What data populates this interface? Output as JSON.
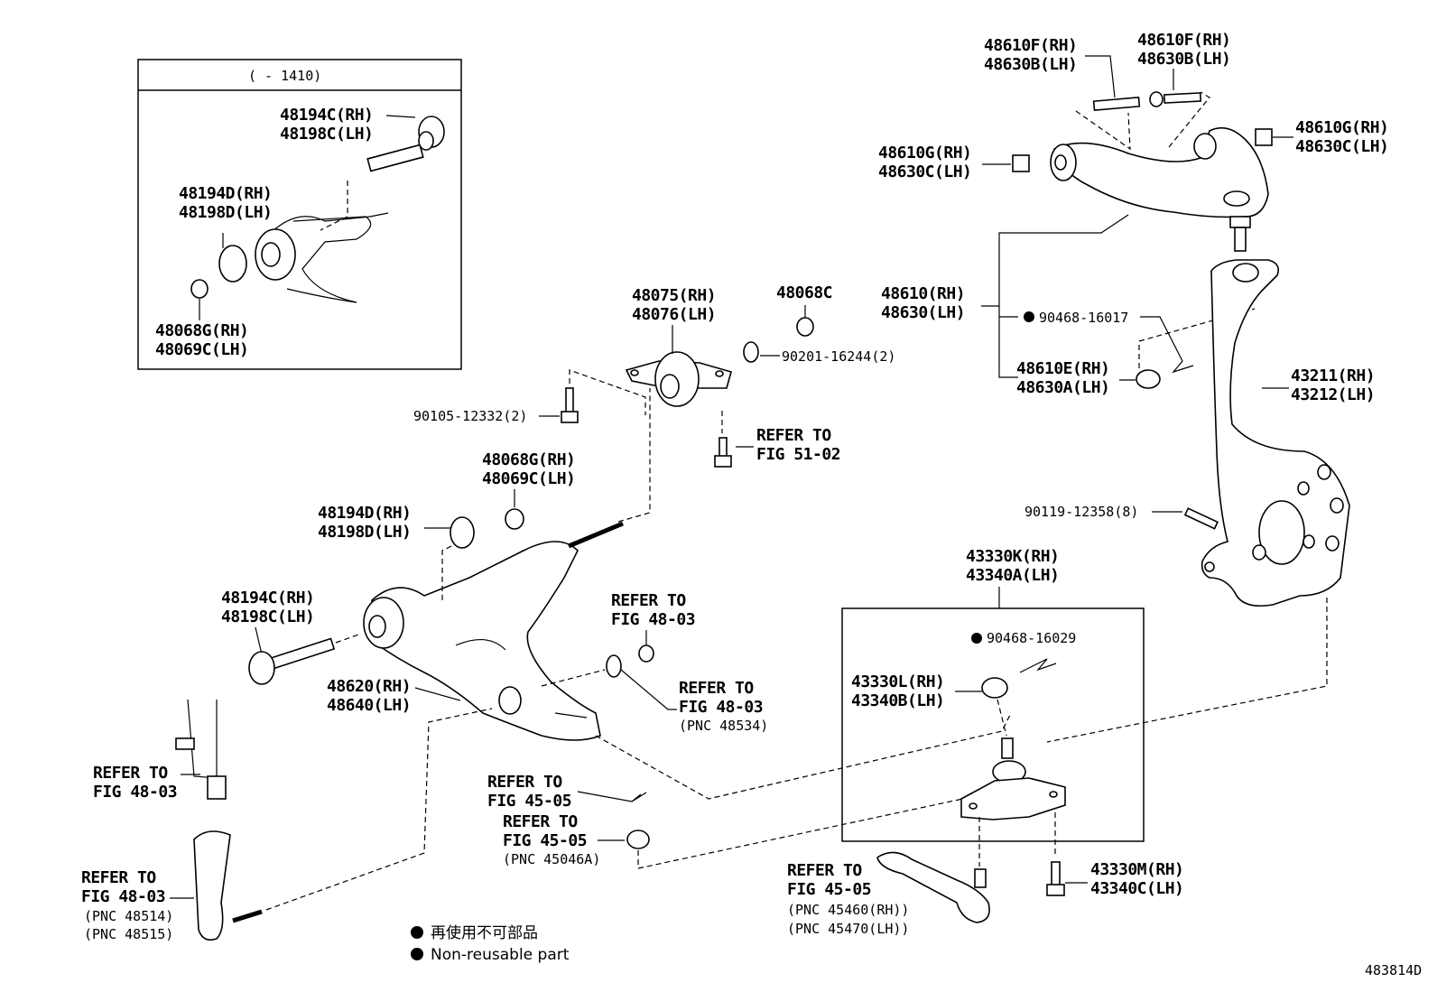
{
  "inset": {
    "title": "(      - 1410)"
  },
  "labels": {
    "l48194C_1": "48194C(RH)",
    "l48198C_1": "48198C(LH)",
    "l48194D_1": "48194D(RH)",
    "l48198D_1": "48198D(LH)",
    "l48068G_1": "48068G(RH)",
    "l48069C_1": "48069C(LH)",
    "l48075": "48075(RH)",
    "l48076": "48076(LH)",
    "l48068C": "48068C",
    "l90201": "90201-16244(2)",
    "l90105": "90105-12332(2)",
    "ref5102_a": "REFER TO",
    "ref5102_b": "FIG 51-02",
    "l48068G_2": "48068G(RH)",
    "l48069C_2": "48069C(LH)",
    "l48194D_2": "48194D(RH)",
    "l48198D_2": "48198D(LH)",
    "l48194C_2": "48194C(RH)",
    "l48198C_2": "48198C(LH)",
    "ref4803a_a": "REFER TO",
    "ref4803a_b": "FIG 48-03",
    "l48620": "48620(RH)",
    "l48640": "48640(LH)",
    "ref4803b_a": "REFER TO",
    "ref4803b_b": "FIG 48-03",
    "ref4803b_c": "(PNC 48534)",
    "ref4803c_a": "REFER TO",
    "ref4803c_b": "FIG 48-03",
    "ref4505a_a": "REFER TO",
    "ref4505a_b": "FIG 45-05",
    "ref4505b_a": "REFER TO",
    "ref4505b_b": "FIG 45-05",
    "ref4505b_c": "(PNC 45046A)",
    "ref4803d_a": "REFER TO",
    "ref4803d_b": "FIG 48-03",
    "ref4803d_c": "(PNC 48514)",
    "ref4803d_d": "(PNC 48515)",
    "l48610F_1": "48610F(RH)",
    "l48630B_1": "48630B(LH)",
    "l48610F_2": "48610F(RH)",
    "l48630B_2": "48630B(LH)",
    "l48610G_1": "48610G(RH)",
    "l48630C_1": "48630C(LH)",
    "l48610G_2": "48610G(RH)",
    "l48630C_2": "48630C(LH)",
    "l48610": "48610(RH)",
    "l48630": "48630(LH)",
    "l90468a": "90468-16017",
    "l48610E": "48610E(RH)",
    "l48630A": "48630A(LH)",
    "l43211": "43211(RH)",
    "l43212": "43212(LH)",
    "l90119": "90119-12358(8)",
    "l43330K": "43330K(RH)",
    "l43340A": "43340A(LH)",
    "l90468b": "90468-16029",
    "l43330L": "43330L(RH)",
    "l43340B": "43340B(LH)",
    "ref4505c_a": "REFER TO",
    "ref4505c_b": "FIG 45-05",
    "ref4505c_c": "(PNC 45460(RH))",
    "ref4505c_d": "(PNC 45470(LH))",
    "l43330M": "43330M(RH)",
    "l43340C": "43340C(LH)"
  },
  "legend": {
    "jp": "再使用不可部品",
    "en": "Non-reusable part"
  },
  "figure_id": "483814D"
}
